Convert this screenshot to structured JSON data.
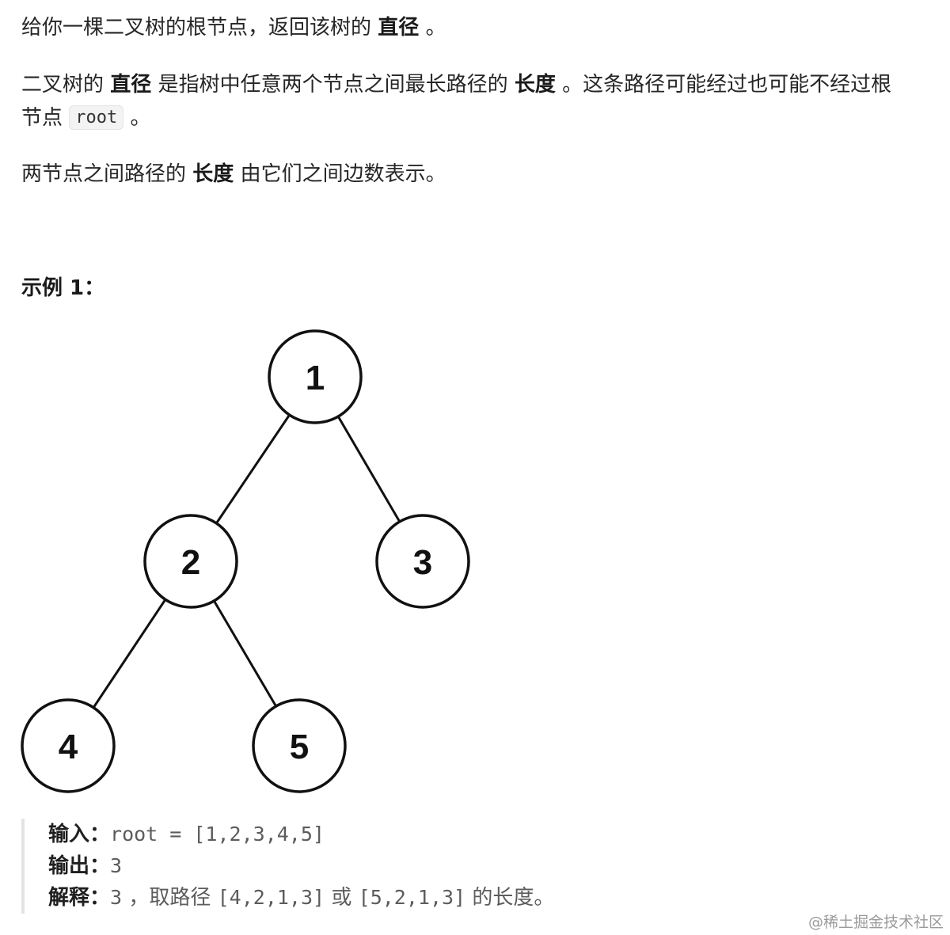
{
  "intro": {
    "p1_text": "给你一棵二叉树的根节点，返回该树的",
    "p1_bold": "直径",
    "p1_end": "。",
    "p2_text1": "二叉树的",
    "p2_bold1": "直径",
    "p2_text2": "是指树中任意两个节点之间最长路径的",
    "p2_bold2": "长度",
    "p2_text3": "。这条路径可能经过也可能不经过根",
    "p2_line2_text": "节点",
    "p2_code": "root",
    "p2_line2_end": "。",
    "p3_text1": "两节点之间路径的",
    "p3_bold": "长度",
    "p3_text2": "由它们之间边数表示。"
  },
  "example": {
    "heading": "示例 1：",
    "tree_nodes": [
      {
        "id": "1",
        "label": "1"
      },
      {
        "id": "2",
        "label": "2"
      },
      {
        "id": "3",
        "label": "3"
      },
      {
        "id": "4",
        "label": "4"
      },
      {
        "id": "5",
        "label": "5"
      }
    ],
    "tree_edges": [
      {
        "from": "1",
        "to": "2"
      },
      {
        "from": "1",
        "to": "3"
      },
      {
        "from": "2",
        "to": "4"
      },
      {
        "from": "2",
        "to": "5"
      }
    ],
    "input_key": "输入：",
    "input_value": "root = [1,2,3,4,5]",
    "output_key": "输出：",
    "output_value": "3",
    "explain_key": "解释：",
    "explain_num": "3",
    "explain_sep": "，取路径",
    "explain_path1": "[4,2,1,3]",
    "explain_or": "或",
    "explain_path2": "[5,2,1,3]",
    "explain_end": "的长度。"
  },
  "watermark": "@稀土掘金技术社区"
}
